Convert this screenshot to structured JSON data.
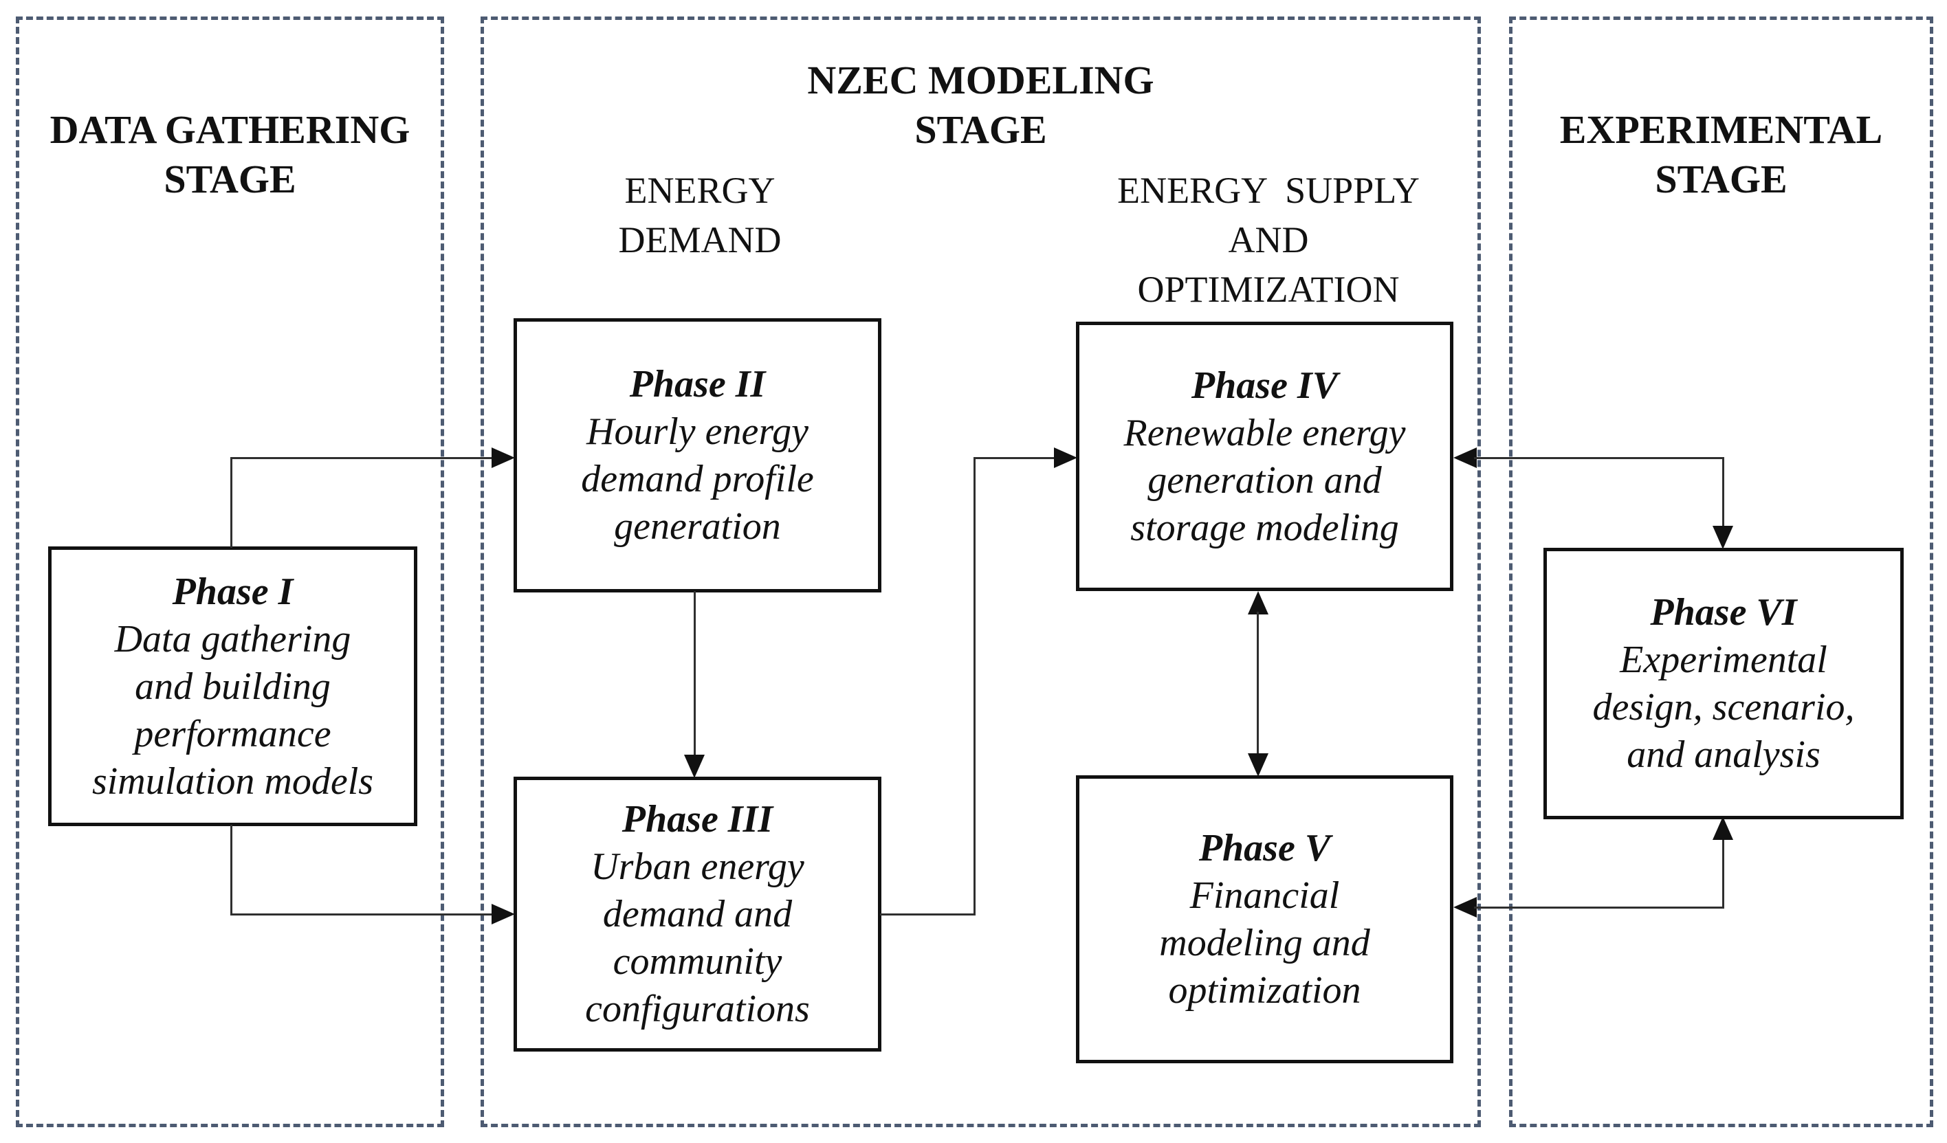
{
  "colors": {
    "stage_dashed_border": "#4d5b72",
    "phase_box_border": "#111111",
    "connector_line": "#2f2f2f",
    "text": "#111111",
    "background": "#ffffff"
  },
  "stages": {
    "data_gathering": {
      "title": "DATA GATHERING\nSTAGE"
    },
    "nzec_modeling": {
      "title": "NZEC MODELING\nSTAGE",
      "energy_demand_label": "ENERGY\nDEMAND",
      "energy_supply_label": "ENERGY  SUPPLY\nAND OPTIMIZATION"
    },
    "experimental": {
      "title": "EXPERIMENTAL\nSTAGE"
    }
  },
  "phases": {
    "phase1": {
      "label": "Phase I",
      "description": "Data gathering\nand building\nperformance\nsimulation models"
    },
    "phase2": {
      "label": "Phase II",
      "description": "Hourly energy\ndemand profile\ngeneration"
    },
    "phase3": {
      "label": "Phase III",
      "description": "Urban energy\ndemand and\ncommunity\nconfigurations"
    },
    "phase4": {
      "label": "Phase IV",
      "description": "Renewable energy\ngeneration and\nstorage modeling"
    },
    "phase5": {
      "label": "Phase V",
      "description": "Financial\nmodeling and\noptimization"
    },
    "phase6": {
      "label": "Phase VI",
      "description": "Experimental\ndesign, scenario,\nand analysis"
    }
  },
  "connections": [
    {
      "from": "Phase I",
      "to": "Phase II",
      "type": "arrow"
    },
    {
      "from": "Phase I",
      "to": "Phase III",
      "type": "arrow"
    },
    {
      "from": "Phase II",
      "to": "Phase III",
      "type": "arrow"
    },
    {
      "from": "Phase III",
      "to": "Phase IV",
      "type": "arrow"
    },
    {
      "from": "Phase IV",
      "to": "Phase V",
      "type": "double-arrow"
    },
    {
      "from": "Phase IV",
      "to": "Phase VI",
      "type": "double-arrow"
    },
    {
      "from": "Phase V",
      "to": "Phase VI",
      "type": "double-arrow"
    }
  ]
}
